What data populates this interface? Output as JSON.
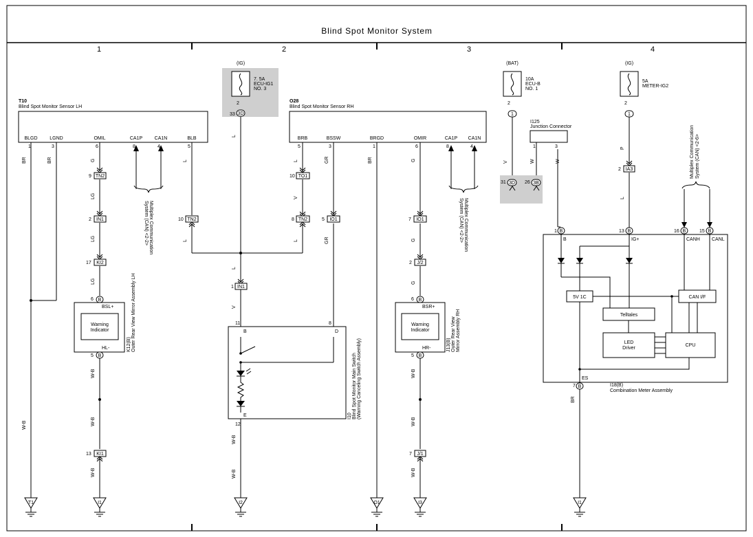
{
  "title": "Blind Spot Monitor System",
  "columns": [
    "1",
    "2",
    "3",
    "4"
  ],
  "fuses": [
    {
      "source": "(IG)",
      "rating": "7. 5A",
      "name": "ECU-IG1",
      "name2": "NO. 3",
      "pin": "2",
      "conn_pin": "33",
      "conn": "3D"
    },
    {
      "source": "(BAT)",
      "rating": "10A",
      "name": "ECU-B",
      "name2": "NO. 1",
      "pin": "2",
      "conn": "1"
    },
    {
      "source": "(IG)",
      "rating": "5A",
      "name": "METER-IG2",
      "name2": "",
      "pin": "2",
      "conn": "1"
    }
  ],
  "sensors": {
    "lh": {
      "id": "T10",
      "name": "Blind Spot Monitor Sensor LH",
      "pins": [
        {
          "label": "BLGD",
          "num": "1"
        },
        {
          "label": "LGND",
          "num": "3"
        },
        {
          "label": "OMIL",
          "num": "6"
        },
        {
          "label": "CA1P",
          "num": "8"
        },
        {
          "label": "CA1N",
          "num": "4"
        },
        {
          "label": "BLB",
          "num": "5"
        }
      ]
    },
    "rh": {
      "id": "O28",
      "name": "Blind Spot Monitor Sensor RH",
      "pins": [
        {
          "label": "BRB",
          "num": "5"
        },
        {
          "label": "BSSW",
          "num": "3"
        },
        {
          "label": "BRGD",
          "num": "1"
        },
        {
          "label": "OMIR",
          "num": "6"
        },
        {
          "label": "CA1P",
          "num": "8"
        },
        {
          "label": "CA1N",
          "num": "4"
        }
      ]
    }
  },
  "connectors": [
    {
      "pin": "9",
      "id": "TN2"
    },
    {
      "pin": "2",
      "id": "IN1"
    },
    {
      "pin": "17",
      "id": "KI2"
    },
    {
      "pin": "13",
      "id": "KI1"
    },
    {
      "pin": "10",
      "id": "TN2"
    },
    {
      "pin": "1",
      "id": "IN1"
    },
    {
      "pin": "10",
      "id": "TO1"
    },
    {
      "pin": "8",
      "id": "TN2"
    },
    {
      "pin": "5",
      "id": "IO1"
    },
    {
      "pin": "7",
      "id": "IO1"
    },
    {
      "pin": "2",
      "id": "J/2"
    },
    {
      "pin": "7",
      "id": "J/1"
    },
    {
      "pin": "2",
      "id": "IA3"
    }
  ],
  "wire_colors": {
    "br": "BR",
    "g": "G",
    "lg": "LG",
    "l": "L",
    "v": "V",
    "gr": "GR",
    "wb": "W-B",
    "p": "P",
    "w": "W"
  },
  "comm_note": [
    "Multiplex Communication",
    "System (CAN) <2-2>"
  ],
  "comm_note_meter": [
    "Multiplex Communication",
    "System (CAN) <2-6>"
  ],
  "mirror_lh": {
    "pin_top": "6",
    "pin_bot": "5",
    "conn": "B",
    "term_top": "BSL+",
    "term_bot": "HL-",
    "indicator": [
      "Warning",
      "Indicator"
    ],
    "id": "K12(B)",
    "name": "Outer Rear View Mirror Assembly LH"
  },
  "mirror_rh": {
    "pin_top": "6",
    "pin_bot": "5",
    "conn": "B",
    "term_top": "BSR+",
    "term_bot": "HR-",
    "indicator": [
      "Warning",
      "Indicator"
    ],
    "id": "J13(B)",
    "name": [
      "Outer Rear View",
      "Mirror Assembly RH"
    ]
  },
  "main_switch": {
    "pin_b": "11",
    "pin_d": "8",
    "pin_e": "12",
    "term_b": "B",
    "term_d": "D",
    "term_e": "E",
    "id": "I10",
    "name": "Blind Spot Monitor Main Switch",
    "name2": "(Warning Canceling Switch Assembly)"
  },
  "junction": {
    "id": "I125",
    "name": "Junction Connector",
    "pins": [
      "1",
      "3"
    ],
    "conn_a": "31",
    "conn_a_id": "3D",
    "conn_b": "26",
    "conn_b_id": "3B"
  },
  "meter": {
    "id": "I18(B)",
    "name": "Combination Meter Assembly",
    "pins": [
      {
        "num": "1",
        "label": "B"
      },
      {
        "num": "13",
        "label": "IG+"
      },
      {
        "num": "16",
        "label": "CANH"
      },
      {
        "num": "15",
        "label": "CANL"
      },
      {
        "num": "7",
        "label": "ES"
      }
    ],
    "conn": "B",
    "blocks": {
      "reg": "5V 1C",
      "can": "CAN I/F",
      "telltales": "Telltales",
      "led": "LED",
      "led2": "Driver",
      "cpu": "CPU"
    }
  },
  "grounds": [
    "T1",
    "I1",
    "I2",
    "O1",
    "I3",
    "I1"
  ]
}
